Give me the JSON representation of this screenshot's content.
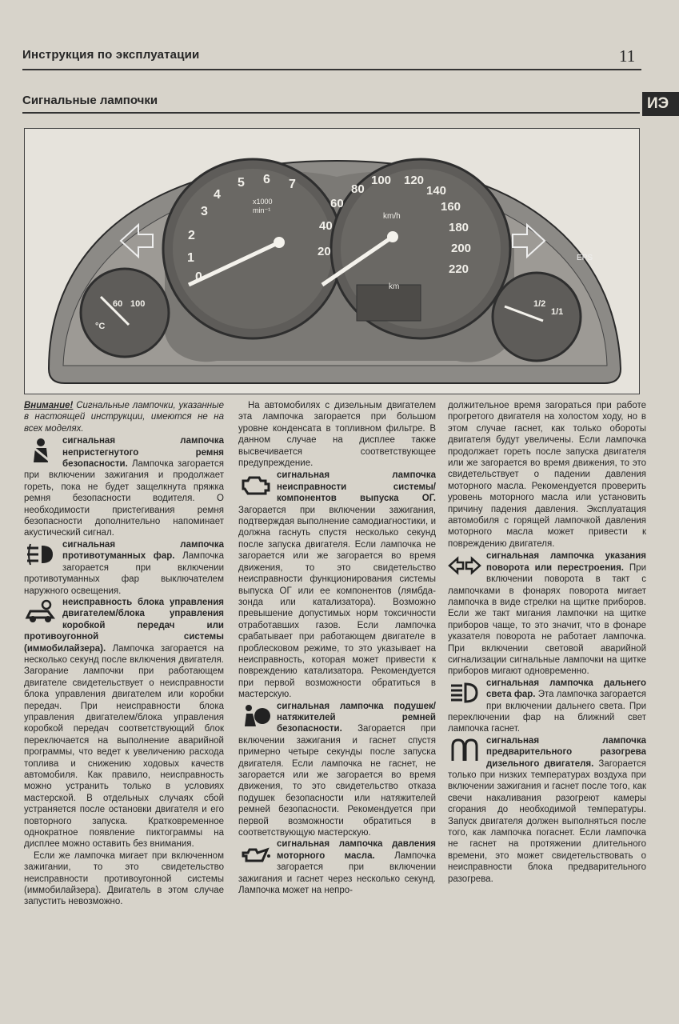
{
  "header": {
    "title": "Инструкция по эксплуатации",
    "page_number": "11"
  },
  "section": {
    "title": "Сигнальные лампочки",
    "tab": "ИЭ"
  },
  "dashboard": {
    "tacho_labels": [
      "0",
      "1",
      "2",
      "3",
      "4",
      "5",
      "6",
      "7"
    ],
    "tacho_unit": "x1000",
    "tacho_unit2": "min⁻¹",
    "speedo_labels": [
      "20",
      "40",
      "60",
      "80",
      "100",
      "120",
      "140",
      "160",
      "180",
      "200",
      "220"
    ],
    "speedo_unit": "km/h",
    "km_label": "km",
    "temp_labels": [
      "60",
      "100"
    ],
    "temp_unit": "°C",
    "fuel_labels": [
      "1/2",
      "1/1"
    ],
    "eps_label": "EPS"
  },
  "col1": {
    "warning_title": "Внимание!",
    "warning_text": " Сигнальные лампочки, указанные в настоящей инструкции, имеются не на всех моделях.",
    "belt_title": "сигнальная лампочка непристегнутого ремня безопасности.",
    "belt_text": " Лампочка загорается при включении зажигания и продолжает гореть, пока не будет защелкнута пряжка ремня безопасности водителя. О необходимости пристегивания ремня безопасности дополнительно напоминает акустический сигнал.",
    "fog_title": "сигнальная лампочка противотуманных фар.",
    "fog_text": " Лампочка загорается при включении противотуманных фар выключателем наружного освещения.",
    "ecu_title": "неисправность блока управления двигателем/блока управления коробкой передач или противоугонной системы (иммобилайзера).",
    "ecu_text": " Лампочка загорается на несколько секунд после включения двигателя. Загорание лампочки при работающем двигателе свидетельствует о неисправности блока управления двигателем или коробки передач. При неисправности блока управления двигателем/блока управления коробкой передач соответствующий блок переключается на выполнение аварийной программы, что ведет к увеличению расхода топлива и снижению ходовых качеств автомобиля. Как правило, неисправность можно устранить только в условиях мастерской. В отдельных случаях сбой устраняется после остановки двигателя и его повторного запуска. Кратковременное однократное появление пиктограммы на дисплее можно оставить без внимания.",
    "immo_text": "Если же лампочка мигает при включенном зажигании, то это свидетельство неисправности противоугонной системы (иммобилайзера). Двигатель в этом случае запустить невозможно."
  },
  "col2": {
    "diesel_text": "На автомобилях с дизельным двигателем эта лампочка загорается при большом уровне конденсата в топливном фильтре. В данном случае на дисплее также высвечивается соответствующее предупреждение.",
    "exhaust_title": "сигнальная лампочка неисправности системы/компонентов выпуска ОГ.",
    "exhaust_text": " Загорается при включении зажигания, подтверждая выполнение самодиагностики, и должна гаснуть спустя несколько секунд после запуска двигателя. Если лампочка не загорается или же загорается во время движения, то это свидетельство неисправности функционирования системы выпуска ОГ или ее компонентов (лямбда-зонда или катализатора). Возможно превышение допустимых норм токсичности отработавших газов. Если лампочка срабатывает при работающем двигателе в проблесковом режиме, то это указывает на неисправность, которая может привести к повреждению катализатора. Рекомендуется при первой возможности обратиться в мастерскую.",
    "airbag_title": "сигнальная лампочка подушек/натяжителей ремней безопасности.",
    "airbag_text": " Загорается при включении зажигания и гаснет спустя примерно четыре секунды после запуска двигателя. Если лампочка не гаснет, не загорается или же загорается во время движения, то это свидетельство отказа подушек безопасности или натяжителей ремней безопасности. Рекомендуется при первой возможности обратиться в соответствующую мастерскую.",
    "oil_title": "сигнальная лампочка давления моторного масла.",
    "oil_text": " Лампочка загорается при включении зажигания и гаснет через несколько секунд. Лампочка может на непро-"
  },
  "col3": {
    "oil_cont_text": "должительное время загораться при работе прогретого двигателя на холостом ходу, но в этом случае гаснет, как только обороты двигателя будут увеличены. Если лампочка продолжает гореть после запуска двигателя или же загорается во время движения, то это свидетельствует о падении давления моторного масла. Рекомендуется проверить уровень моторного масла или установить причину падения давления. Эксплуатация автомобиля с горящей лампочкой давления моторного масла может привести к повреждению двигателя.",
    "turn_title": "сигнальная лампочка указания поворота или перестроения.",
    "turn_text": " При включении поворота в такт с лампочками в фонарях поворота мигает лампочка в виде стрелки на щитке приборов. Если же такт мигания лампочки на щитке приборов чаще, то это значит, что в фонаре указателя поворота не работает лампочка. При включении световой аварийной сигнализации сигнальные лампочки на щитке приборов мигают одновременно.",
    "high_title": "сигнальная лампочка дальнего света фар.",
    "high_text": " Эта лампочка загорается при включении дальнего света. При переключении фар на ближний свет лампочка гаснет.",
    "glow_title": "сигнальная лампочка предварительного разогрева дизельного двигателя.",
    "glow_text": " Загорается только при низких температурах воздуха при включении зажигания и гаснет после того, как свечи накаливания разогреют камеры сгорания до необходимой температуры. Запуск двигателя должен выполняться после того, как лампочка погаснет. Если лампочка не гаснет на протяжении длительного времени, это может свидетельствовать о неисправности блока предварительного разогрева."
  }
}
